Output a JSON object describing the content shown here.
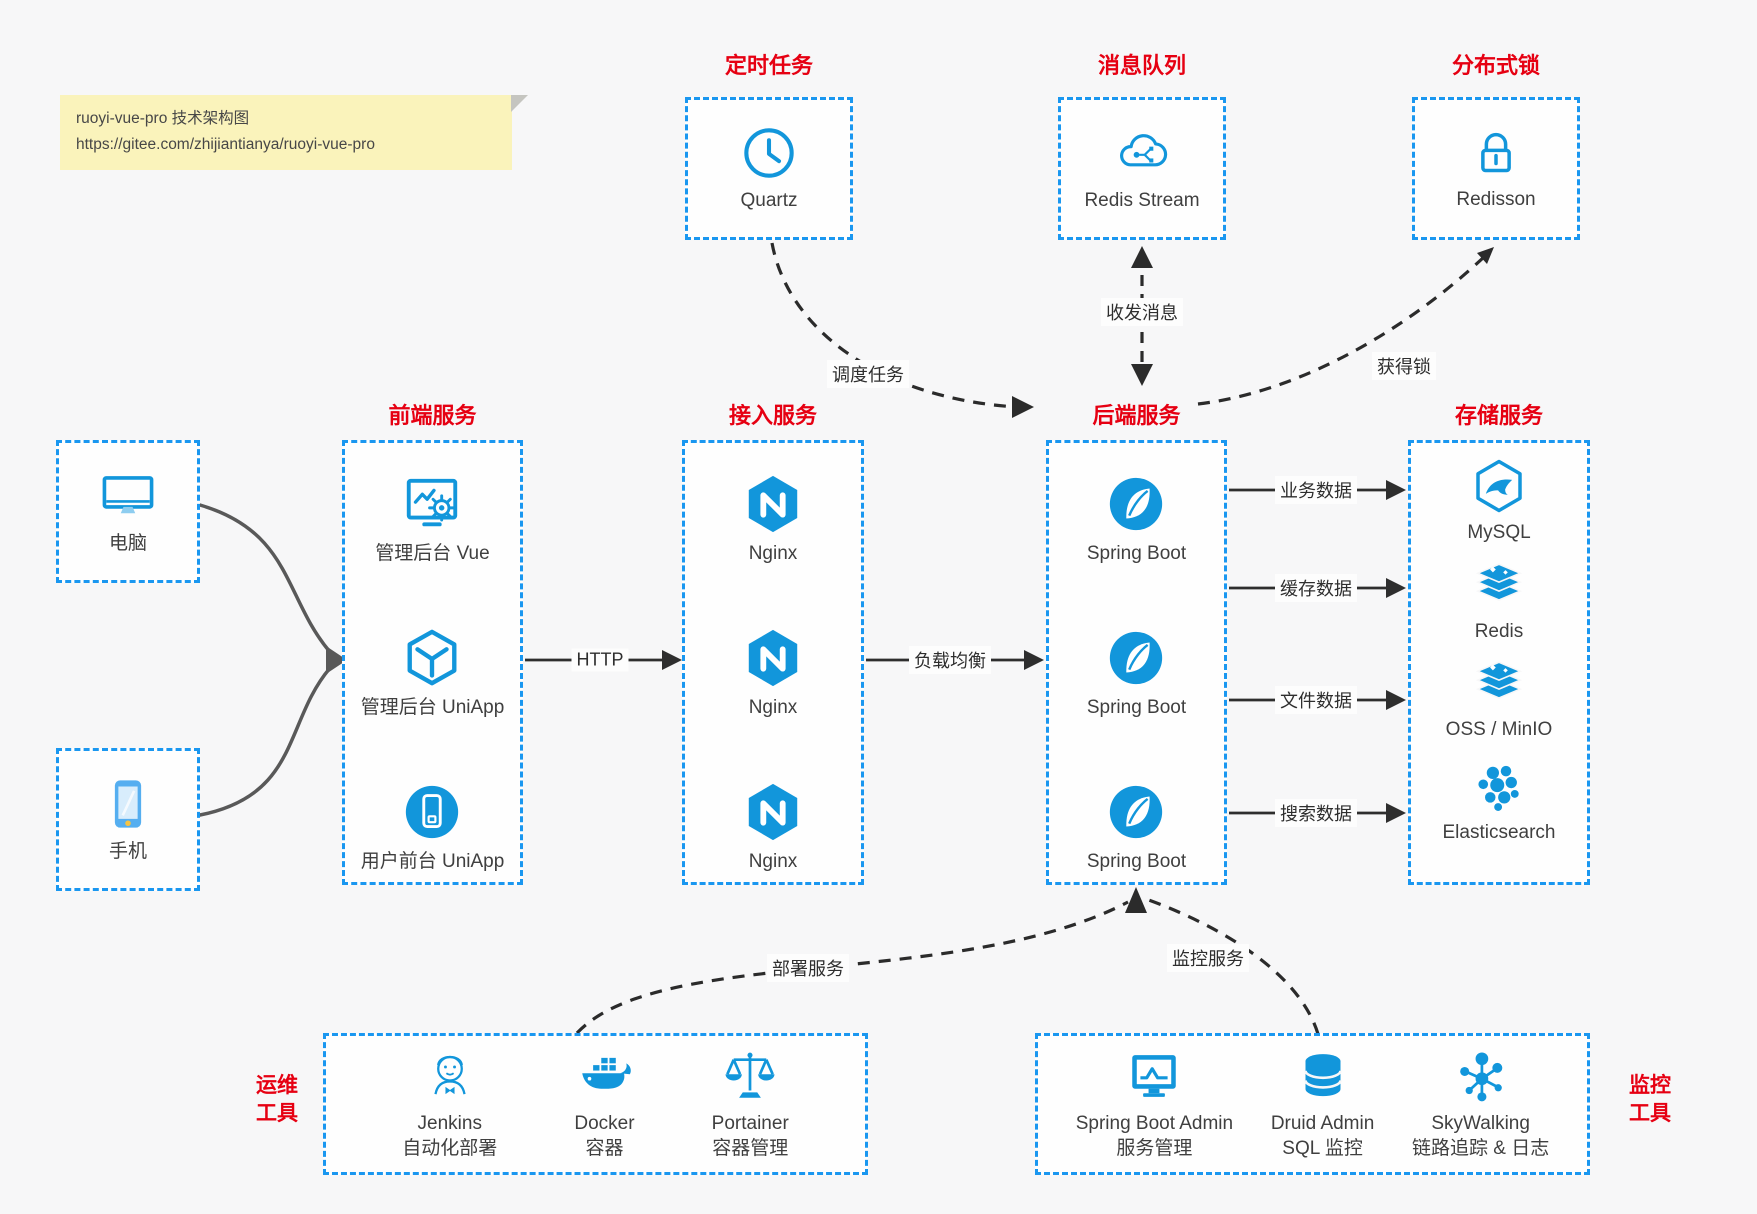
{
  "note": {
    "line1": "ruoyi-vue-pro 技术架构图",
    "line2": "https://gitee.com/zhijiantianya/ruoyi-vue-pro"
  },
  "colors": {
    "icon_blue": "#1296db",
    "box_border_blue": "#1a97f0",
    "title_red": "#e60012",
    "note_yellow": "#faf3bb"
  },
  "groups": {
    "scheduler": {
      "title": "定时任务",
      "item": "Quartz"
    },
    "mq": {
      "title": "消息队列",
      "item": "Redis Stream"
    },
    "lock": {
      "title": "分布式锁",
      "item": "Redisson"
    },
    "clients": {
      "pc": "电脑",
      "mobile": "手机"
    },
    "frontend": {
      "title": "前端服务",
      "items": [
        "管理后台 Vue",
        "管理后台 UniApp",
        "用户前台 UniApp"
      ]
    },
    "gateway": {
      "title": "接入服务",
      "items": [
        "Nginx",
        "Nginx",
        "Nginx"
      ]
    },
    "backend": {
      "title": "后端服务",
      "items": [
        "Spring Boot",
        "Spring Boot",
        "Spring Boot"
      ]
    },
    "storage": {
      "title": "存储服务",
      "items": [
        "MySQL",
        "Redis",
        "OSS / MinIO",
        "Elasticsearch"
      ]
    },
    "ops": {
      "label_lines": [
        "运维",
        "工具"
      ],
      "items": [
        {
          "name": "Jenkins",
          "desc": "自动化部署"
        },
        {
          "name": "Docker",
          "desc": "容器"
        },
        {
          "name": "Portainer",
          "desc": "容器管理"
        }
      ]
    },
    "monitoring": {
      "label_lines": [
        "监控",
        "工具"
      ],
      "items": [
        {
          "name": "Spring Boot Admin",
          "desc": "服务管理"
        },
        {
          "name": "Druid Admin",
          "desc": "SQL 监控"
        },
        {
          "name": "SkyWalking",
          "desc": "链路追踪 & 日志"
        }
      ]
    }
  },
  "edges": {
    "http": "HTTP",
    "lb": "负载均衡",
    "schedule": "调度任务",
    "message": "收发消息",
    "acquire_lock": "获得锁",
    "biz": "业务数据",
    "cache": "缓存数据",
    "file": "文件数据",
    "search": "搜索数据",
    "deploy": "部署服务",
    "monitor": "监控服务"
  }
}
